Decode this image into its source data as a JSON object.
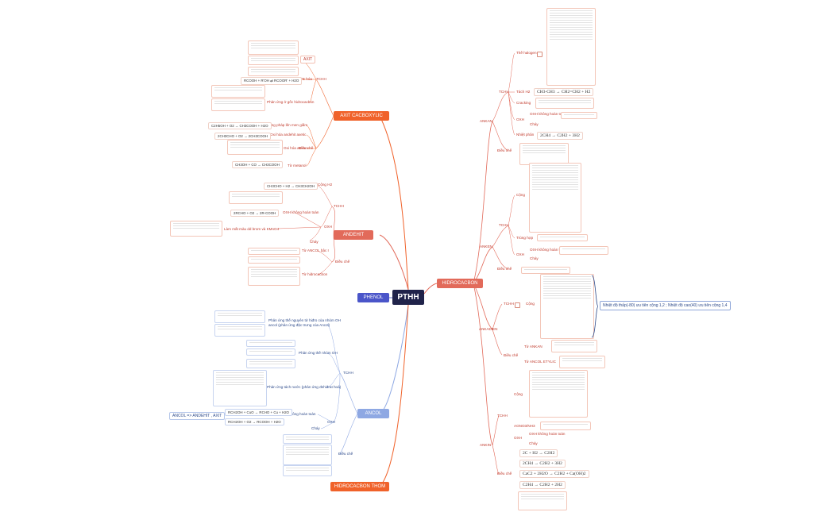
{
  "root": "PTHH",
  "branches": {
    "axit": "AXIT CACBOXYLIC",
    "andehit": "ANDEHIT",
    "phenol": "PHENOL",
    "ancol": "ANCOL",
    "hcthom": "HIDROCACBON THOM",
    "hidrocacbon": "HIDROCACBON"
  },
  "axit": {
    "tchh": "TCHH",
    "dieu_che": "Điều chế",
    "axit": "AXIT",
    "este_hoa": "ESTE hóa",
    "phan_ung_goc": "Phản ứng ở gốc hidrocacbon",
    "pp_len_men": "Phương pháp lên men giấm",
    "oxi_hoa_andehit": "Oxi hóa andehit axetic",
    "oxi_hoa_ankan": "Oxi hóa ankan",
    "tu_metanol": "Từ metanol",
    "f_len_men": "C2H5OH + O2 → CH3COOH + H2O",
    "f_andehit": "2CH3CHO + O2 → 2CH3COOH",
    "f_metanol": "CH3OH + CO → CH3COOH",
    "f_este": "RCOOH + R'OH ⇌ RCOOR' + H2O"
  },
  "andehit": {
    "tchh": "TCHH",
    "cong_h2": "Cộng H2",
    "oxh": "OXH",
    "oxh_khong_hoan_toan": "OXH không hoàn toàn",
    "lam_mat_mau": "Làm mất màu dd brom và KMnO4",
    "dieu_che": "Điều chế",
    "tu_ancol": "Từ ANCOL bậc I",
    "tu_hidrocacbon": "Từ hidrocacbon",
    "chay": "Cháy",
    "f_cong": "CH3CHO + H2 → CH3CH2OH",
    "f_oxh": "2RCHO + O2 → 2R-COOH"
  },
  "ancol": {
    "tchh": "TCHH",
    "the_nhom_oh": "Phản ứng thế nguyên tử hiđro của nhóm OH",
    "the_nhom_oh2": "ancol (phản ứng đặc trưng của Ancol)",
    "the_oh": "Phản ứng thế nhóm OH",
    "tach_nuoc": "Phản ứng tách nước (phản ứng đehiđrat hoá)",
    "oxh": "OXH",
    "oxh_khong_hoan_toan": "OXH không hoàn toàn",
    "chay": "Cháy",
    "dieu_che": "Điều chế",
    "summary": "ANCOL => ANDEHIT , AXIT",
    "f_oxh1": "RCH2OH + CuO → RCHO + Cu + H2O",
    "f_oxh2": "RCH2OH + O2 → RCOOH + H2O"
  },
  "hidrocacbon": {
    "ankan": "ANKAN",
    "anken": "ANKEN",
    "ankadien": "ANKADIEN",
    "ankin": "ANKIN",
    "tchh": "TCHH",
    "the_halogen": "Thế halogen",
    "tach_h2": "Tách H2",
    "cracking": "Cracking",
    "oxh": "OXH",
    "oxh_khong_hoan_toan": "OXH không hoàn toàn",
    "chay": "Cháy",
    "nhiet_phan": "Nhiệt phân",
    "dieu_che": "Điều chế",
    "cong": "Cộng",
    "trung_hop": "Trùng hợp",
    "tu_ankan": "Từ ANKAN",
    "tu_ancol_etylic": "Từ ANCOL ETYLIC",
    "agno3": "AGNO3/NH3",
    "note_cong": "Nhiệt độ thấp(-80) ưu tiên cộng 1,2 ; Nhiệt độ cao(40) ưu tiên cộng 1,4",
    "f_tach": "CH3-CH3 → CH2=CH2 + H2",
    "f_nhiet_phan": "2CH4 → C2H2 + 3H2",
    "f_ankin1": "2C + H2 → C2H2",
    "f_ankin2": "2CH4 → C2H2 + 3H2",
    "f_ankin3": "CaC2 + 2H2O → C2H2 + Ca(OH)2",
    "f_ankin4": "C2H4 → C2H2 + 2H2"
  },
  "colors": {
    "orange": "#f0622a",
    "red": "#e26a5a",
    "blue": "#8ea8e3",
    "navy": "#20234a",
    "phenol": "#4a55c9"
  }
}
